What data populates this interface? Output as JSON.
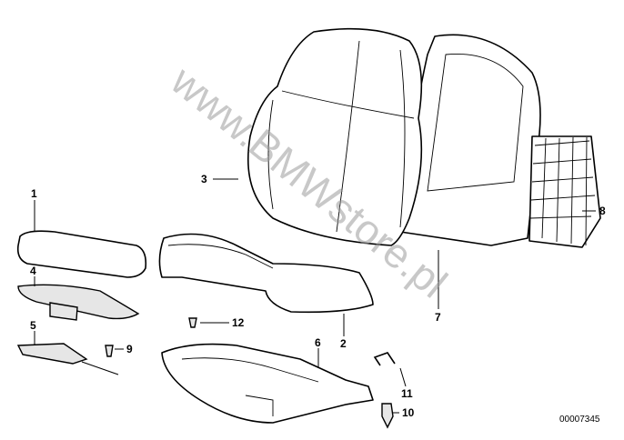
{
  "diagram": {
    "title": "Seat parts diagram",
    "labels": [
      "1",
      "2",
      "3",
      "4",
      "5",
      "6",
      "7",
      "8",
      "9",
      "10",
      "11",
      "12"
    ],
    "image_code": "00007345",
    "watermark": "www.BMWstore.pl"
  }
}
